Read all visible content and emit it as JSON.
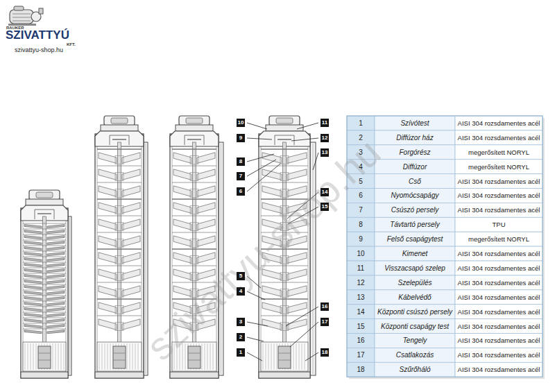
{
  "diagram": {
    "labels": [
      "RAUKER",
      "SZIVATTYÚ",
      "KFT.",
      "szivattyu-shop.hu",
      "10",
      "11",
      "9",
      "12",
      "13",
      "8",
      "7",
      "6",
      "14",
      "15",
      "5",
      "4",
      "16",
      "3",
      "17",
      "2",
      "1",
      "18",
      "1",
      "Szívótest",
      "AISI 304 rozsdamentes acél",
      "2",
      "Diffúzor ház",
      "AISI 304 rozsdamentes acél",
      "3",
      "Forgórész",
      "megerősített NORYL",
      "4",
      "Diffúzor",
      "megerősített NORYL",
      "5",
      "Cső",
      "AISI 304 rozsdamentes acél",
      "6",
      "Nyomócsapágy",
      "AISI 304 rozsdamentes acél",
      "7",
      "Csúszó persely",
      "AISI 304 rozsdamentes acél",
      "8",
      "Távtartó persely",
      "TPU",
      "9",
      "Felső csapágytest",
      "megerősített NORYL",
      "10",
      "Kimenet",
      "AISI 304 rozsdamentes acél",
      "11",
      "Visszacsapó szelep",
      "AISI 304 rozsdamentes acél",
      "12",
      "Szelepülés",
      "AISI 304 rozsdamentes acél",
      "13",
      "Kábelvédő",
      "AISI 304 rozsdamentes acél",
      "14",
      "Központi csúszó persely",
      "AISI 304 rozsdamentes acél",
      "15",
      "Központi csapágy test",
      "AISI 304 rozsdamentes acél",
      "16",
      "Tengely",
      "AISI 304 rozsdamentes acél",
      "17",
      "Csatlakozás",
      "AISI 304 rozsdamentes acél",
      "18",
      "Szűrőháló",
      "AISI 304 rozsdamentes acél",
      "szivattyu-shop.hu"
    ]
  }
}
